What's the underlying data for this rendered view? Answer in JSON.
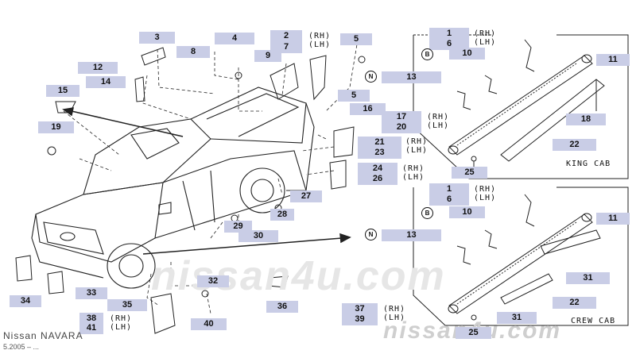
{
  "title": "Nissan NAVARA",
  "date": "5.2005 – ...",
  "watermark": "nissan4u.com",
  "side_rh": "(RH)",
  "side_lh": "(LH)",
  "king_cab": "KING CAB",
  "crew_cab": "CREW CAB",
  "circle_b": "B",
  "circle_n": "N",
  "parts": {
    "p3": "3",
    "p4": "4",
    "p2": "2",
    "p7": "7",
    "p5a": "5",
    "p8": "8",
    "p9": "9",
    "p12": "12",
    "p14": "14",
    "p5b": "5",
    "p15": "15",
    "p13a": "13",
    "p16": "16",
    "p17": "17",
    "p20": "20",
    "p19": "19",
    "p21": "21",
    "p23": "23",
    "p24": "24",
    "p26": "26",
    "p27": "27",
    "p28": "28",
    "p29": "29",
    "p30": "30",
    "p13b": "13",
    "p32": "32",
    "p34": "34",
    "p33": "33",
    "p35": "35",
    "p36": "36",
    "p37": "37",
    "p39": "39",
    "p38": "38",
    "p41": "41",
    "p40": "40",
    "k1": "1",
    "k6": "6",
    "k10": "10",
    "k11": "11",
    "k18": "18",
    "k22": "22",
    "k25": "25",
    "c1": "1",
    "c6": "6",
    "c10": "10",
    "c11": "11",
    "c31a": "31",
    "c22": "22",
    "c31b": "31",
    "c25": "25"
  }
}
